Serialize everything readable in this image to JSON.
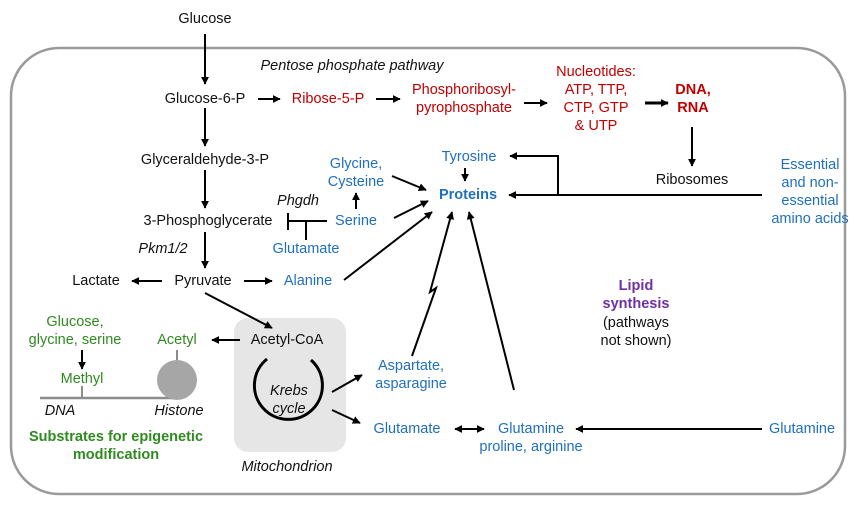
{
  "nodes": {
    "glucose": "Glucose",
    "pentose_pathway": "Pentose phosphate pathway",
    "glucose6p": "Glucose-6-P",
    "ribose5p": "Ribose-5-P",
    "prpp_line1": "Phosphoribosyl-",
    "prpp_line2": "pyrophosphate",
    "nucleotides_line1": "Nucleotides:",
    "nucleotides_line2": "ATP, TTP,",
    "nucleotides_line3": "CTP, GTP",
    "nucleotides_line4": "& UTP",
    "dna_rna_line1": "DNA,",
    "dna_rna_line2": "RNA",
    "ribosomes": "Ribosomes",
    "glyceraldehyde3p": "Glyceraldehyde-3-P",
    "glycine_cysteine_line1": "Glycine,",
    "glycine_cysteine_line2": "Cysteine",
    "tyrosine": "Tyrosine",
    "proteins": "Proteins",
    "essential_line1": "Essential",
    "essential_line2": "and non-",
    "essential_line3": "essential",
    "essential_line4": "amino acids",
    "phgdh": "Phgdh",
    "phosphoglycerate": "3-Phosphoglycerate",
    "serine": "Serine",
    "glutamate_top": "Glutamate",
    "pkm": "Pkm1/2",
    "lactate": "Lactate",
    "pyruvate": "Pyruvate",
    "alanine": "Alanine",
    "lipid_line1": "Lipid",
    "lipid_line2": "synthesis",
    "lipid_line3": "(pathways",
    "lipid_line4": "not shown)",
    "glucose_gly_ser_line1": "Glucose,",
    "glucose_gly_ser_line2": "glycine, serine",
    "acetyl": "Acetyl",
    "acetyl_coa": "Acetyl-CoA",
    "methyl": "Methyl",
    "dna": "DNA",
    "histone": "Histone",
    "epigenetic_line1": "Substrates for epigenetic",
    "epigenetic_line2": "modification",
    "krebs_line1": "Krebs",
    "krebs_line2": "cycle",
    "mitochondrion": "Mitochondrion",
    "aspartate_line1": "Aspartate,",
    "aspartate_line2": "asparagine",
    "glutamate_bottom": "Glutamate",
    "glutamine_mid_line1": "Glutamine",
    "glutamine_mid_line2": "proline, arginine",
    "glutamine_right": "Glutamine"
  },
  "colors": {
    "metabolite": "#111111",
    "nucleotide": "#c00000",
    "amino_acid": "#1f6fbf",
    "epigenetic": "#2f8a1f",
    "lipid": "#7030a0",
    "cell_border": "#9a9a9a",
    "mitochondrion_fill": "#e6e6e6",
    "histone_fill": "#a6a6a6"
  }
}
